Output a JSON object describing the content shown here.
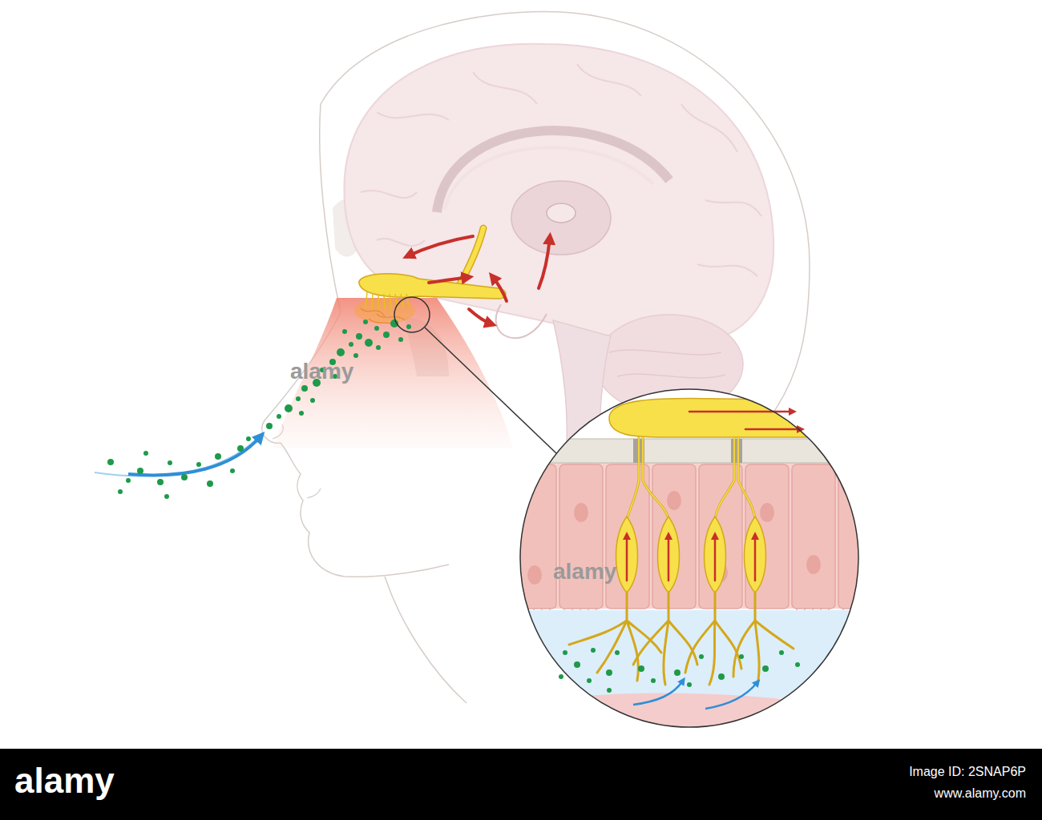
{
  "diagram": {
    "labels": [
      "alamy",
      "alamy",
      "alamy",
      "Image ID: 2SNAP6P",
      "www.alamy.com"
    ]
  }
}
